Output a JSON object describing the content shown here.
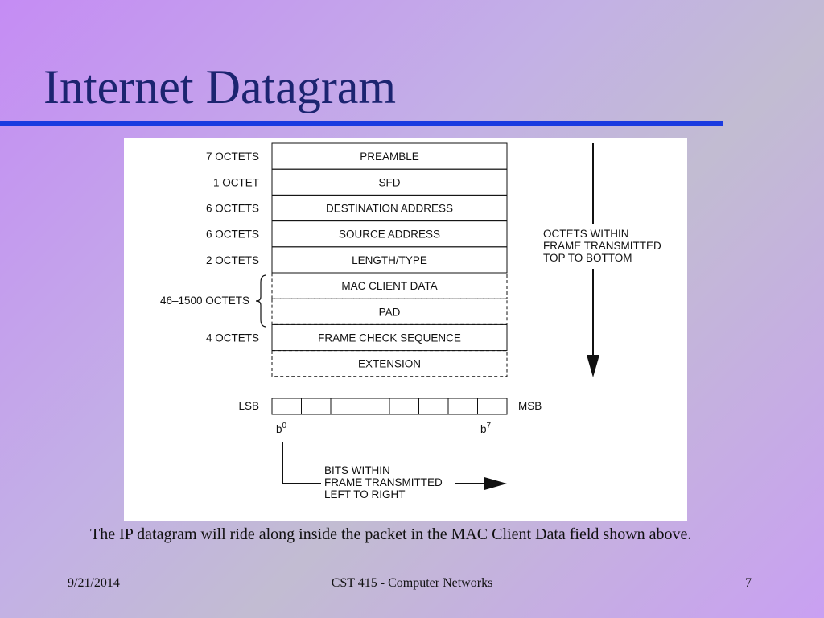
{
  "slide": {
    "title": "Internet Datagram",
    "caption": "The IP datagram will ride along inside the packet in the MAC Client Data field shown above.",
    "footer": {
      "date": "9/21/2014",
      "course": "CST 415 - Computer Networks",
      "page": "7"
    }
  },
  "diagram": {
    "fields": [
      {
        "name": "PREAMBLE",
        "size": "7 OCTETS",
        "border": "solid"
      },
      {
        "name": "SFD",
        "size": "1 OCTET",
        "border": "solid"
      },
      {
        "name": "DESTINATION ADDRESS",
        "size": "6 OCTETS",
        "border": "solid"
      },
      {
        "name": "SOURCE ADDRESS",
        "size": "6 OCTETS",
        "border": "solid"
      },
      {
        "name": "LENGTH/TYPE",
        "size": "2 OCTETS",
        "border": "solid"
      },
      {
        "name": "MAC CLIENT DATA",
        "size": "",
        "border": "dashed"
      },
      {
        "name": "PAD",
        "size": "",
        "border": "dashed"
      },
      {
        "name": "FRAME CHECK SEQUENCE",
        "size": "4 OCTETS",
        "border": "solid"
      },
      {
        "name": "EXTENSION",
        "size": "",
        "border": "dashed"
      }
    ],
    "group_label": "46–1500 OCTETS",
    "order_note": [
      "OCTETS WITHIN",
      "FRAME TRANSMITTED",
      "TOP TO BOTTOM"
    ],
    "bits": {
      "lsb_label": "LSB",
      "msb_label": "MSB",
      "first_bit": "b",
      "first_bit_sup": "0",
      "last_bit": "b",
      "last_bit_sup": "7",
      "cell_count": 8,
      "note": [
        "BITS WITHIN",
        "FRAME TRANSMITTED",
        "LEFT TO RIGHT"
      ]
    }
  }
}
